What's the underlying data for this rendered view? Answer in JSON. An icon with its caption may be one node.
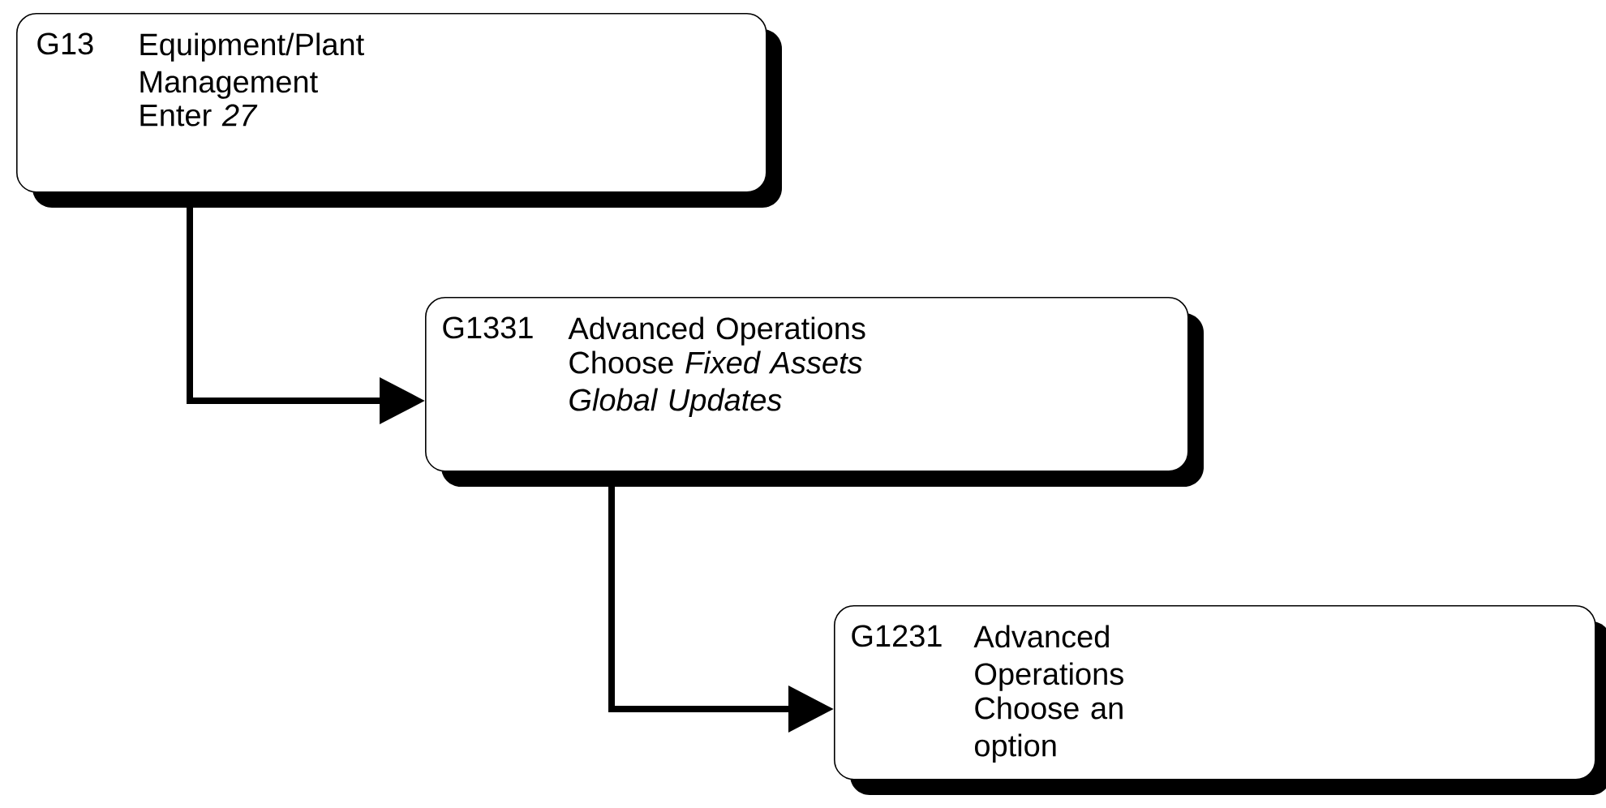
{
  "diagram": {
    "nodes": [
      {
        "text": [
          "G13",
          "Equipment/Plant Management",
          "Enter *27*"
        ]
      },
      {
        "text": [
          "G1331",
          "Advanced Operations",
          "Choose *Fixed Assets Global Updates*"
        ]
      },
      {
        "text": [
          "G1231",
          "Advanced Operations",
          "Choose an option"
        ]
      }
    ],
    "edges": [
      {
        "from": 0,
        "to": 1,
        "arrow": "to"
      },
      {
        "from": 1,
        "to": 2,
        "arrow": "to"
      }
    ]
  }
}
